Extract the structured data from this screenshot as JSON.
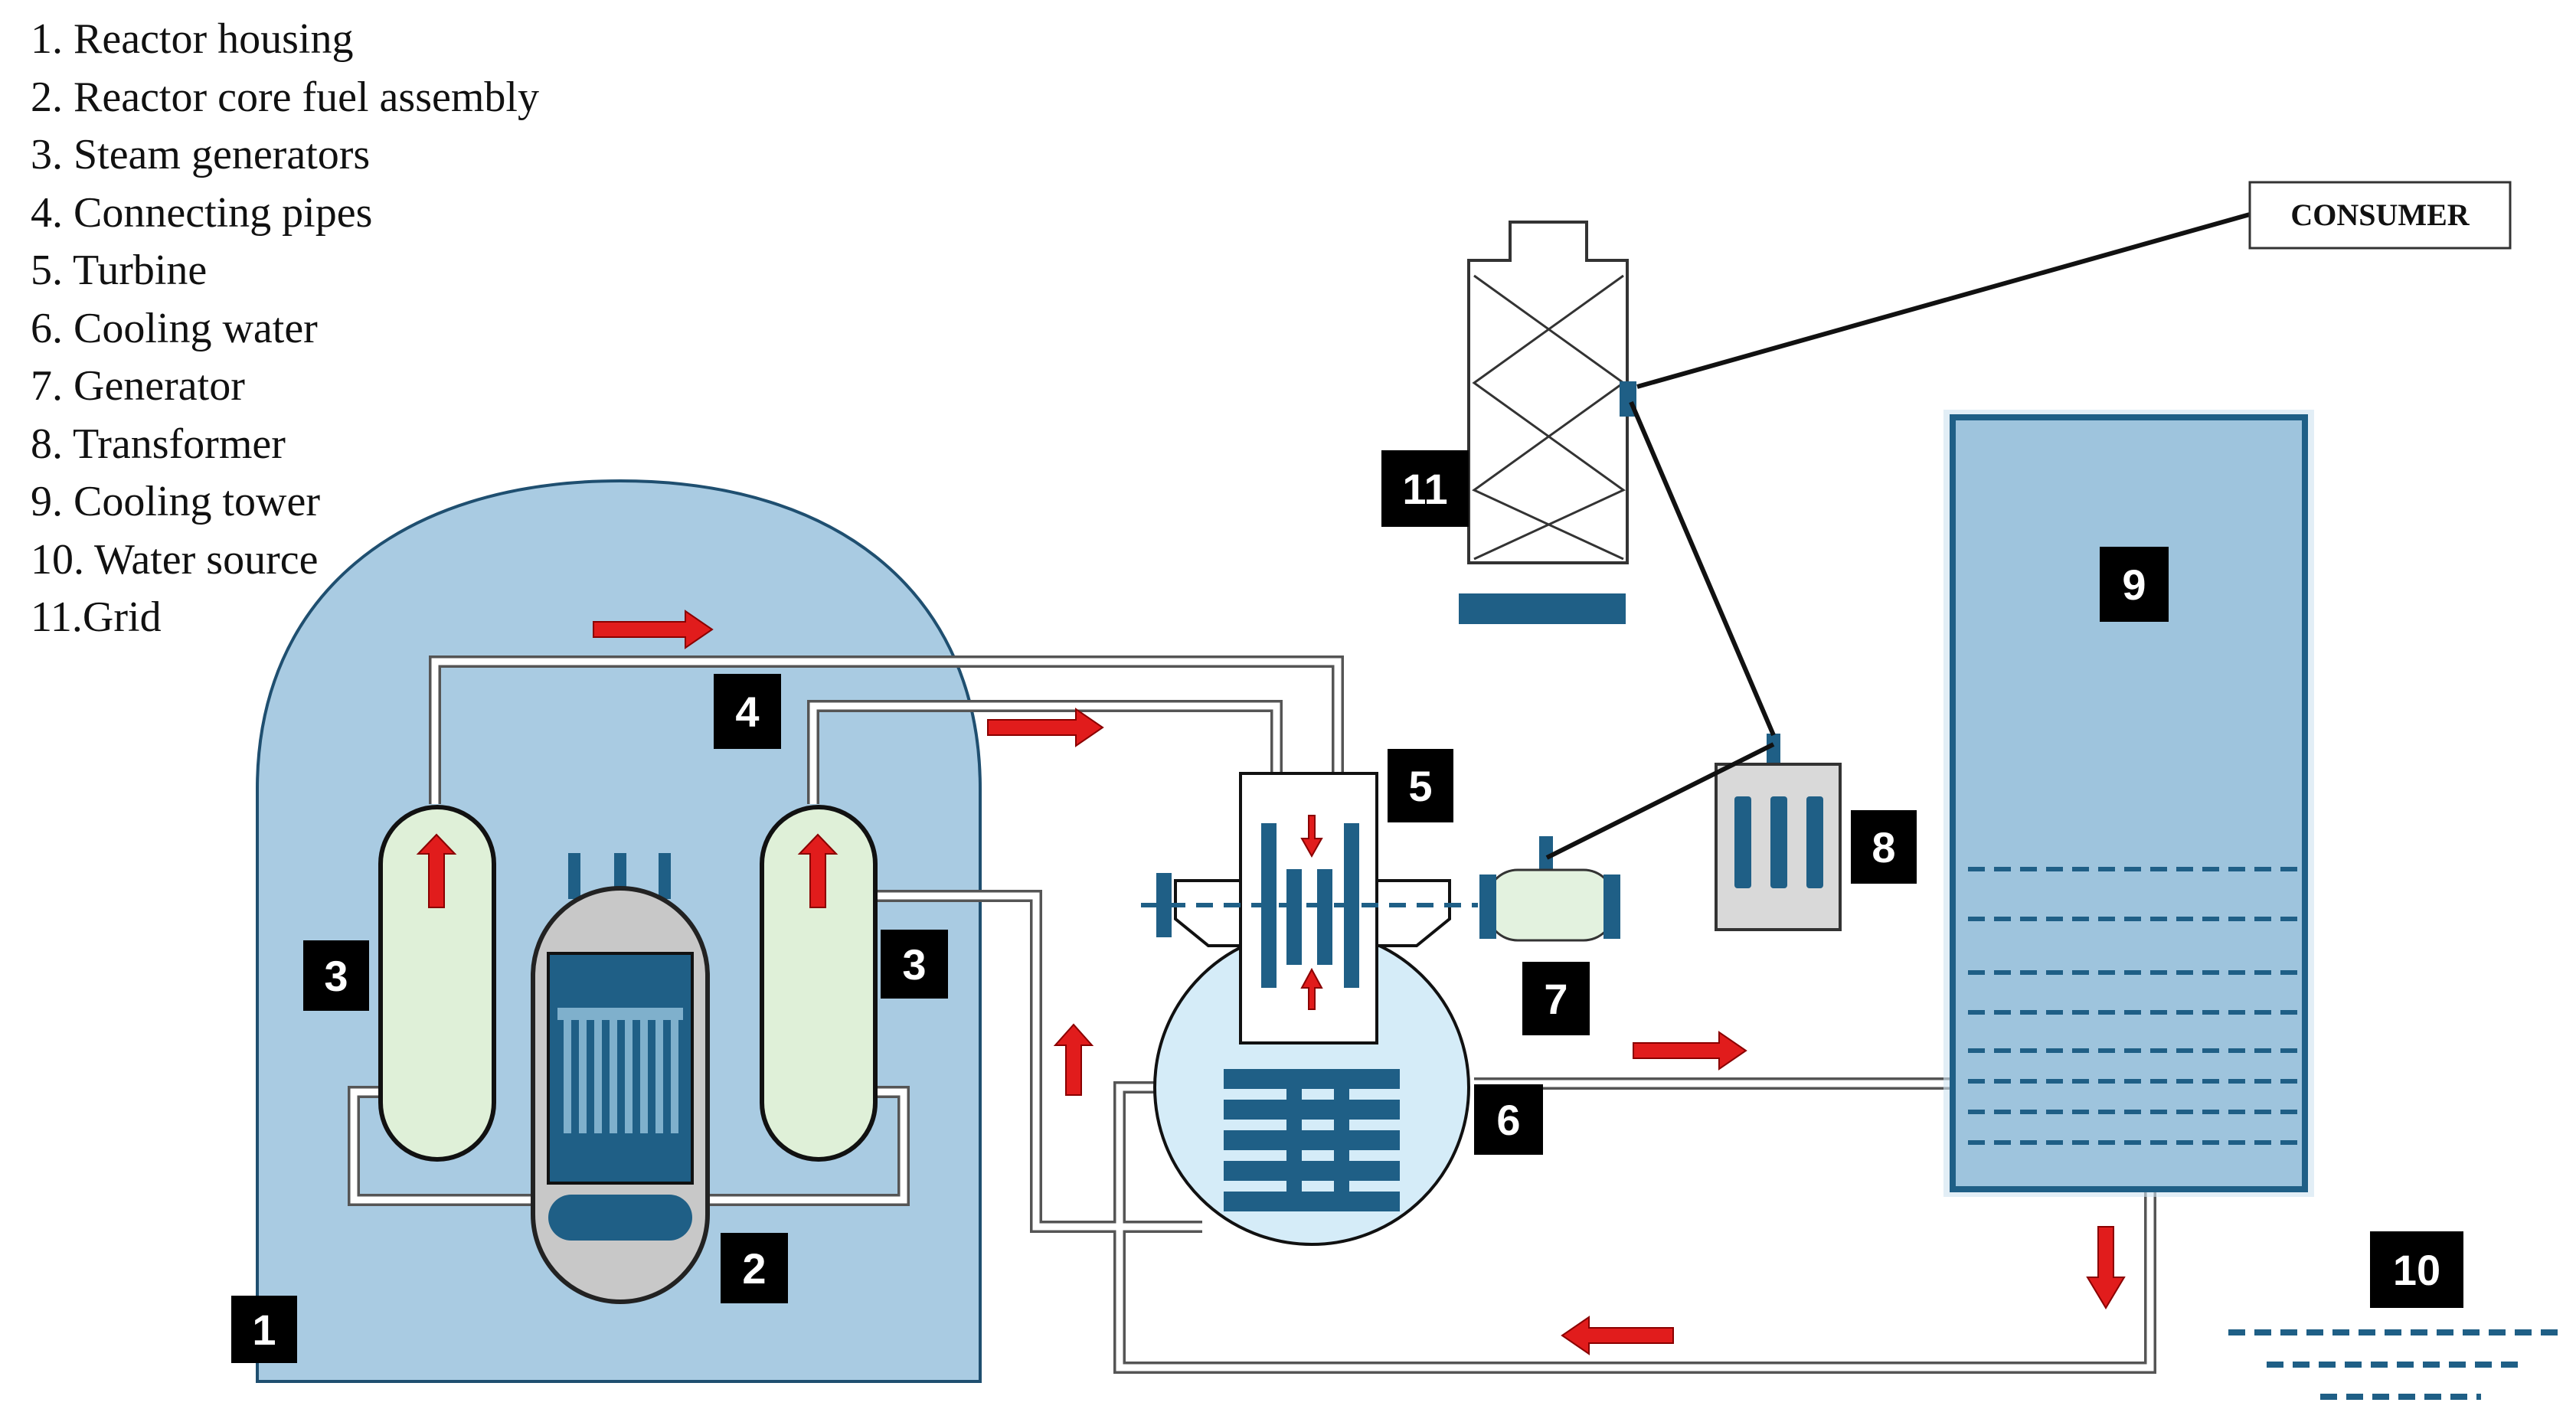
{
  "legend": [
    "1. Reactor housing",
    "2. Reactor core fuel assembly",
    "3. Steam generators",
    "4. Connecting pipes",
    "5. Turbine",
    "6. Cooling water",
    "7. Generator",
    "8. Transformer",
    "9. Cooling tower",
    "10. Water source",
    "11.Grid"
  ],
  "labels": {
    "reactor_housing": "1",
    "reactor_core": "2",
    "steam_generator_left": "3",
    "steam_generator_right": "3",
    "connecting_pipes": "4",
    "turbine": "5",
    "cooling_water": "6",
    "generator": "7",
    "transformer": "8",
    "cooling_tower": "9",
    "water_source": "10",
    "grid": "11"
  },
  "consumer": "CONSUMER",
  "colors": {
    "housing_fill": "#a9cbe2",
    "dark_blue": "#1f5f86",
    "steam_gen_fill": "#dff0d8",
    "condenser_fill": "#d5ecf8",
    "arrow_red": "#e11c1c",
    "label_bg": "#000000"
  }
}
